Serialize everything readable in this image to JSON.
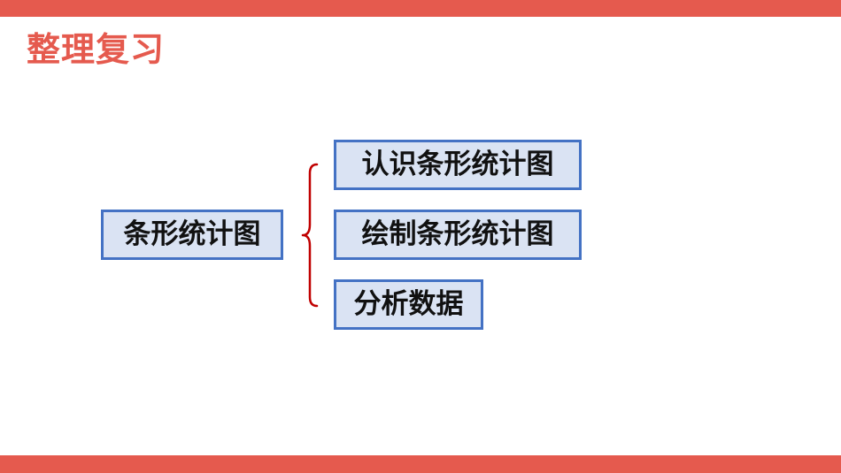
{
  "slide": {
    "title": "整理复习",
    "colors": {
      "accent": "#e55a4e",
      "box_fill": "#dae3f3",
      "box_border": "#4472c4",
      "brace": "#c00000"
    }
  },
  "diagram": {
    "main_topic": "条形统计图",
    "subtopics": [
      {
        "label": "认识条形统计图"
      },
      {
        "label": "绘制条形统计图"
      },
      {
        "label": "分析数据"
      }
    ]
  }
}
